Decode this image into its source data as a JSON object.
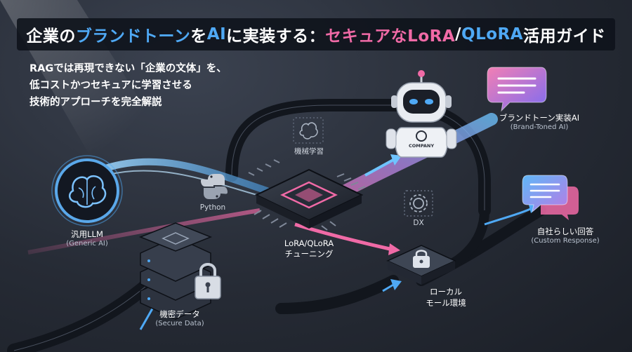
{
  "title": {
    "part1": "企業の",
    "part2": "ブランドトーン",
    "part3": "を",
    "part4": "AI",
    "part5": "に実装する：",
    "part6": "セキュアなLoRA",
    "part7": "/",
    "part8": "QLoRA",
    "part9": "活用ガイド"
  },
  "intro": {
    "line1": "RAGでは再現できない「企業の文体」を、",
    "line2": "低コストかつセキュアに学習させる",
    "line3": "技術的アプローチを完全解説"
  },
  "nodes": {
    "generic": {
      "label": "汎用LLM",
      "sub": "(Generic AI)"
    },
    "secure": {
      "label": "機密データ",
      "sub": "(Secure Data)"
    },
    "lora": {
      "label1": "LoRA/QLoRA",
      "label2": "チューニング"
    },
    "ml": {
      "label": "機械学習"
    },
    "python": {
      "label": "Python"
    },
    "dx": {
      "label": "DX"
    },
    "local": {
      "label1": "ローカル",
      "label2": "モール環境"
    },
    "brand": {
      "label": "ブランドトーン実装AI",
      "sub": "(Brand-Toned AI)"
    },
    "robot": {
      "badge": "COMPANY"
    },
    "response": {
      "label": "自社らしい回答",
      "sub": "(Custom Response)"
    }
  },
  "colors": {
    "accent_blue": "#4fa9f5",
    "accent_pink": "#f06aa6",
    "track": "#12161d"
  },
  "icons": [
    "brain-icon",
    "server-stack-icon",
    "padlock-icon",
    "chip-icon",
    "python-icon",
    "gear-icon",
    "robot-icon",
    "chat-bubble-icon"
  ]
}
